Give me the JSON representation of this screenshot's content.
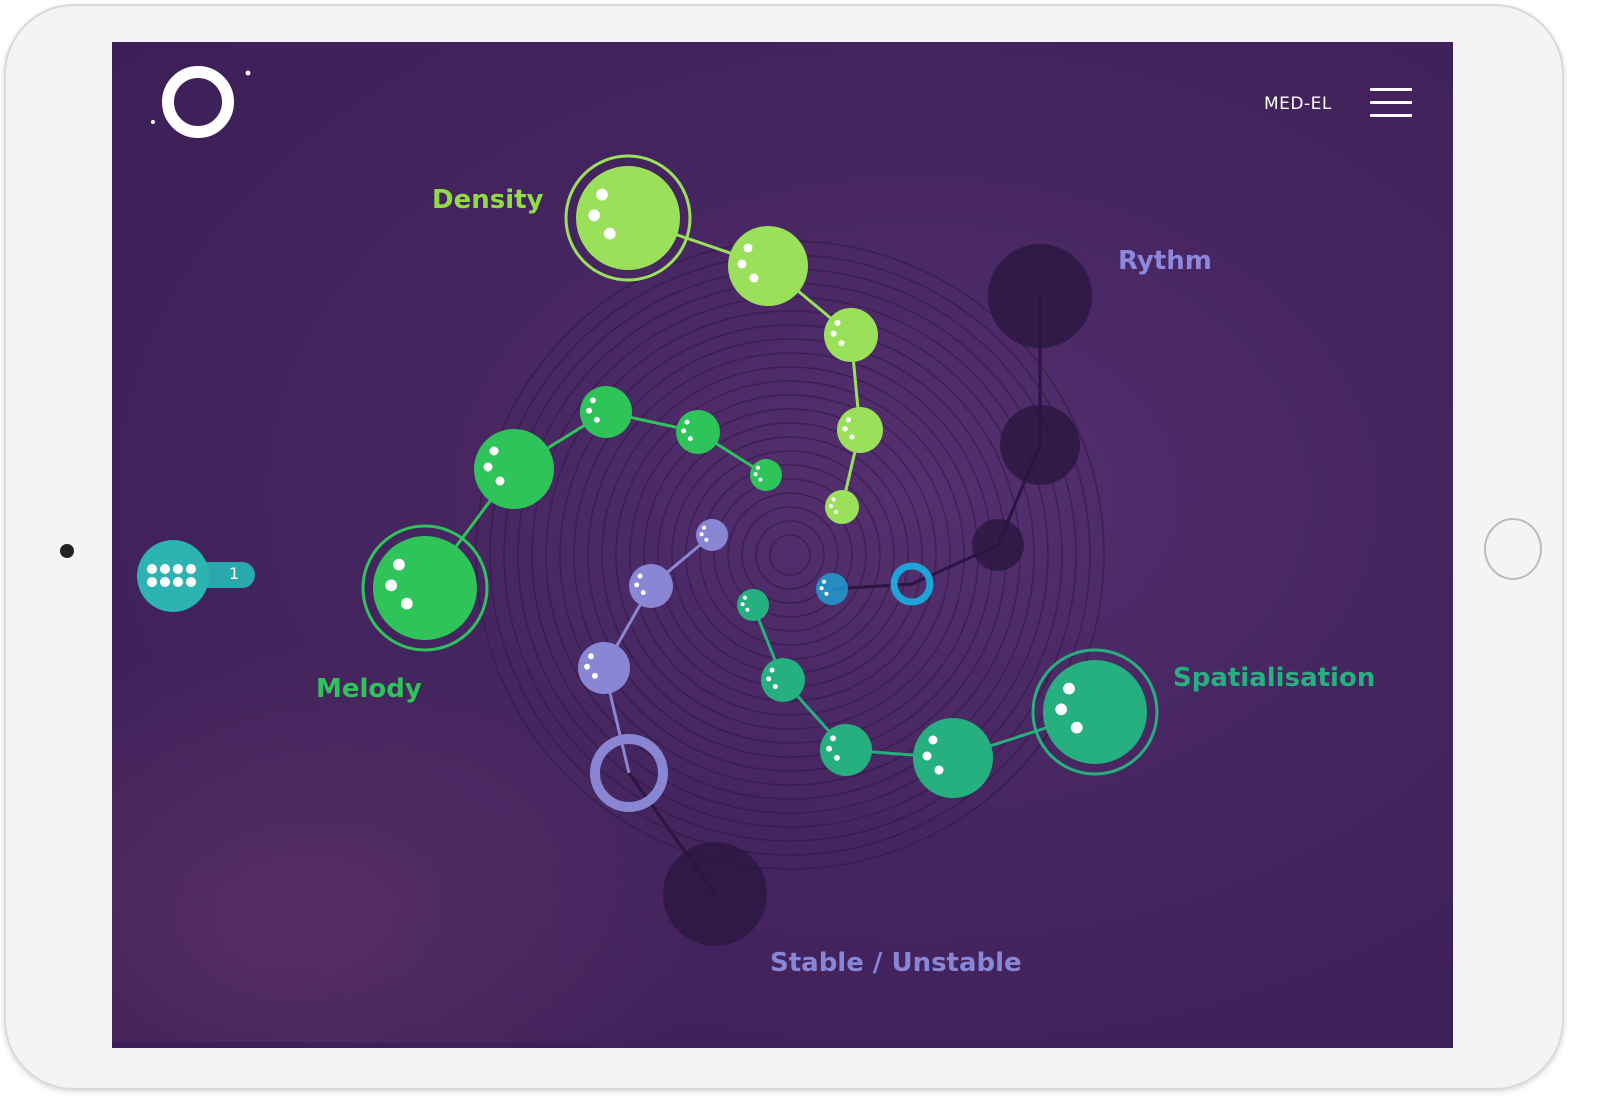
{
  "header": {
    "brand": "MED-EL",
    "menu_icon": "hamburger-menu-icon",
    "logo_icon": "circle-logo-icon"
  },
  "labels": {
    "density": "Density",
    "rythm": "Rythm",
    "melody": "Melody",
    "spatialisation": "Spatialisation",
    "stable": "Stable / Unstable"
  },
  "player_badge": {
    "count": "1"
  },
  "colors": {
    "density": "#9be05a",
    "melody": "#2ec45a",
    "spatialisation": "#27b07f",
    "stable": "#8a86d6",
    "rythm": "#2a1640",
    "cyan": "#1ea4d8"
  }
}
